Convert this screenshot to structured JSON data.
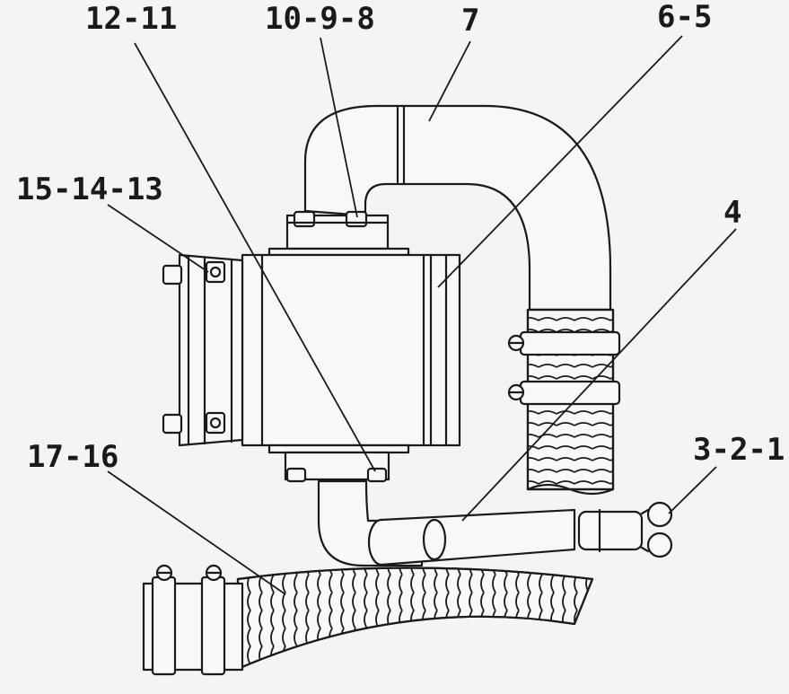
{
  "callouts": [
    {
      "id": "c12",
      "label": "12-11"
    },
    {
      "id": "c10",
      "label": "10-9-8"
    },
    {
      "id": "c7",
      "label": "7"
    },
    {
      "id": "c6",
      "label": "6-5"
    },
    {
      "id": "c15",
      "label": "15-14-13"
    },
    {
      "id": "c4",
      "label": "4"
    },
    {
      "id": "c3",
      "label": "3-2-1"
    },
    {
      "id": "c17",
      "label": "17-16"
    }
  ],
  "colors": {
    "stroke": "#1a1a1a",
    "background": "#f4f4f2"
  }
}
